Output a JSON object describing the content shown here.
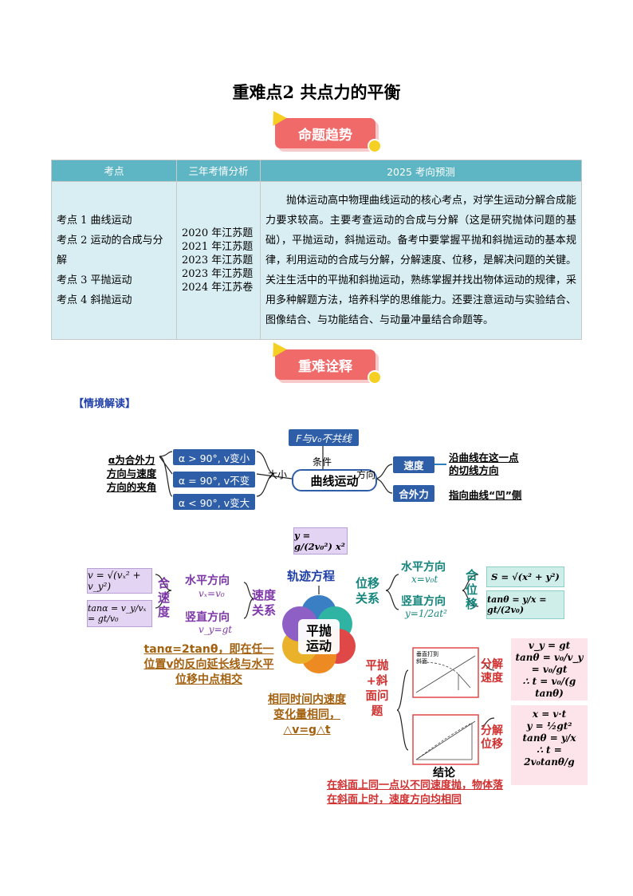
{
  "title": "重难点2  共点力的平衡",
  "ribbon1": "命题趋势",
  "ribbon2": "重难诠释",
  "table": {
    "headers": [
      "考点",
      "三年考情分析",
      "2025 考向预测"
    ],
    "col1": [
      "考点 1  曲线运动",
      "考点 2  运动的合成与分解",
      "考点 3  平抛运动",
      "考点 4  斜抛运动"
    ],
    "col2": [
      "2020 年江苏题",
      "2021 年江苏题",
      "2023 年江苏题",
      "2023 年江苏题",
      "2024 年江苏卷"
    ],
    "col3": "抛体运动高中物理曲线运动的核心考点，对学生运动分解合成能力要求较高。主要考查运动的合成与分解（这是研究抛体问题的基础），平抛运动，斜抛运动。备考中要掌握平抛和斜抛运动的基本规律，利用运动的合成与分解，分解速度、位移，是解决问题的关键。关注生活中的平抛和斜抛运动，熟练掌握并找出物体运动的规律，采用多种解题方法，培养科学的思维能力。还要注意运动与实验结合、图像结合、与功能结合、与动量冲量结合命题等。"
  },
  "section": "【情境解读】",
  "map1": {
    "left": "α为合外力方向与速度方向的夹角",
    "cases": [
      "α > 90°, v变小",
      "α = 90°, v不变",
      "α < 90°, v变大"
    ],
    "daxiao": "大小",
    "tiaojian": "条件",
    "fangxiang": "方向",
    "top": "F与v₀不共线",
    "center": "曲线运动",
    "speed": "速度",
    "speed_desc": "沿曲线在这一点的切线方向",
    "force": "合外力",
    "force_desc": "指向曲线“凹”侧"
  },
  "map2": {
    "center": "平抛运动",
    "traj_eq": "y = g/(2v₀²) x²",
    "traj_label": "轨迹方程",
    "v_formula": "v = √(vₓ² + v_y²)",
    "tan_alpha": "tanα = v_y/vₓ = gt/v₀",
    "he_sudu": "合速度",
    "hz_dir": "水平方向",
    "hz_v": "vₓ=v₀",
    "vt_dir": "竖直方向",
    "vt_v": "v_y=gt",
    "sudu_guanxi": "速度关系",
    "weiyi_guanxi": "位移关系",
    "hz_dir2": "水平方向",
    "hz_x": "x=v₀t",
    "vt_dir2": "竖直方向",
    "vt_y": "y=1/2at²",
    "he_weiyi": "合位移",
    "s_formula": "S = √(x² + y²)",
    "tan_theta": "tanθ = y/x = gt/(2v₀)",
    "note1": "tanα=2tanθ，即在任一位置v的反向延长线与水平位移中点相交",
    "note2": "相同时间内速度变化量相同，△v=g△t",
    "xiemian": "平抛+斜面问题",
    "diagram_label": "垂直打到斜面",
    "fenjie_sudu": "分解速度",
    "fenjie_weiyi": "分解位移",
    "f1": [
      "v_y = gt",
      "tanθ = v₀/v_y = v₀/gt",
      "∴ t = v₀/(g tanθ)"
    ],
    "f2": [
      "x = v·t",
      "y = ½gt²",
      "tanθ = y/x",
      "∴ t = 2v₀tanθ/g"
    ],
    "jielun": "结论",
    "conclusion": "在斜面上同一点以不同速度抛，物体落在斜面上时，速度方向均相同"
  }
}
